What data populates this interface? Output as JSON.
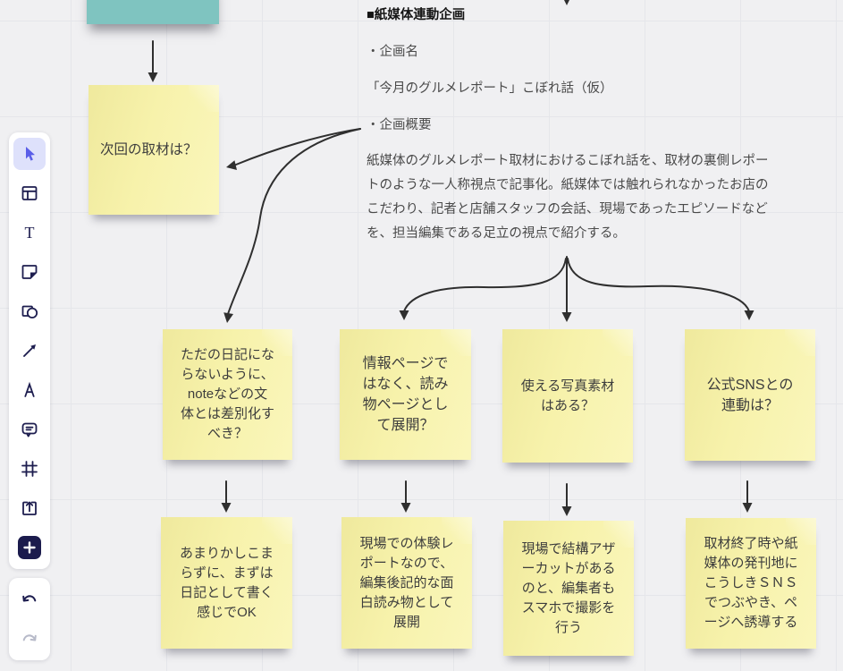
{
  "colors": {
    "background": "#f0f0f2",
    "note_yellow": "#f7f2ab",
    "note_teal": "#7fc4c0",
    "icon": "#1d1d4f",
    "accent_selected_tool": "#5a5ee8",
    "connector": "#2f2f2f"
  },
  "toolbar": {
    "tools": [
      {
        "icon": "select-cursor-icon",
        "active": true
      },
      {
        "icon": "templates-layout-icon",
        "active": false
      },
      {
        "icon": "text-icon",
        "active": false
      },
      {
        "icon": "sticky-note-icon",
        "active": false
      },
      {
        "icon": "shapes-icon",
        "active": false
      },
      {
        "icon": "connection-arrow-icon",
        "active": false
      },
      {
        "icon": "font-style-icon",
        "active": false
      },
      {
        "icon": "comment-icon",
        "active": false
      },
      {
        "icon": "frame-icon",
        "active": false
      },
      {
        "icon": "upload-icon",
        "active": false
      },
      {
        "icon": "more-tools-plus-icon",
        "active": false
      }
    ],
    "history": [
      {
        "icon": "undo-icon",
        "enabled": true
      },
      {
        "icon": "redo-icon",
        "enabled": false
      }
    ]
  },
  "board": {
    "text_block": {
      "heading": "■紙媒体連動企画",
      "line_plan_name_label": "・企画名",
      "line_plan_name": "「今月のグルメレポート」こぼれ話（仮）",
      "line_overview_label": "・企画概要",
      "paragraph": "紙媒体のグルメレポート取材におけるこぼれ話を、取材の裏側レポー\nトのような一人称視点で記事化。紙媒体では触れられなかったお店の\nこだわり、記者と店舗スタッフの会話、現場であったエピソードなど\nを、担当編集である足立の視点で紹介する。"
    },
    "sticky_notes": [
      {
        "id": "teal-partial",
        "color": "#7fc4c0",
        "text": ""
      },
      {
        "id": "next-interview",
        "color": "#f7f2ab",
        "text": "次回の取材は？"
      },
      {
        "id": "q1",
        "color": "#f7f2ab",
        "text": "ただの日記にな\nらないように、\nnoteなどの文\n体とは差別化す\nべき？"
      },
      {
        "id": "q2",
        "color": "#f7f2ab",
        "text": "情報ページで\nはなく、読み\n物ページとし\nて展開？"
      },
      {
        "id": "q3",
        "color": "#f7f2ab",
        "text": "使える写真素材\nはある？"
      },
      {
        "id": "q4",
        "color": "#f7f2ab",
        "text": "公式SNSとの\n連動は？"
      },
      {
        "id": "a1",
        "color": "#f7f2ab",
        "text": "あまりかしこま\nらずに、まずは\n日記として書く\n感じでOK"
      },
      {
        "id": "a2",
        "color": "#f7f2ab",
        "text": "現場での体験レ\nポートなので、\n編集後記的な面\n白読み物として\n展開"
      },
      {
        "id": "a3",
        "color": "#f7f2ab",
        "text": "現場で結構アザ\nーカットがある\nのと、編集者も\nスマホで撮影を\n行う"
      },
      {
        "id": "a4",
        "color": "#f7f2ab",
        "text": "取材終了時や紙\n媒体の発刊地に\nこうしきＳＮＳ\nでつぶやき、ペ\nージへ誘導する"
      }
    ],
    "connectors": [
      {
        "from": "teal-partial",
        "to": "next-interview"
      },
      {
        "from": "offscreen-top",
        "to": "text-block"
      },
      {
        "from": "text-block",
        "to": "next-interview"
      },
      {
        "from": "text-block",
        "to": "q1"
      },
      {
        "from": "text-block",
        "to": "q2"
      },
      {
        "from": "text-block",
        "to": "q3"
      },
      {
        "from": "text-block",
        "to": "q4"
      },
      {
        "from": "q1",
        "to": "a1"
      },
      {
        "from": "q2",
        "to": "a2"
      },
      {
        "from": "q3",
        "to": "a3"
      },
      {
        "from": "q4",
        "to": "a4"
      }
    ]
  }
}
